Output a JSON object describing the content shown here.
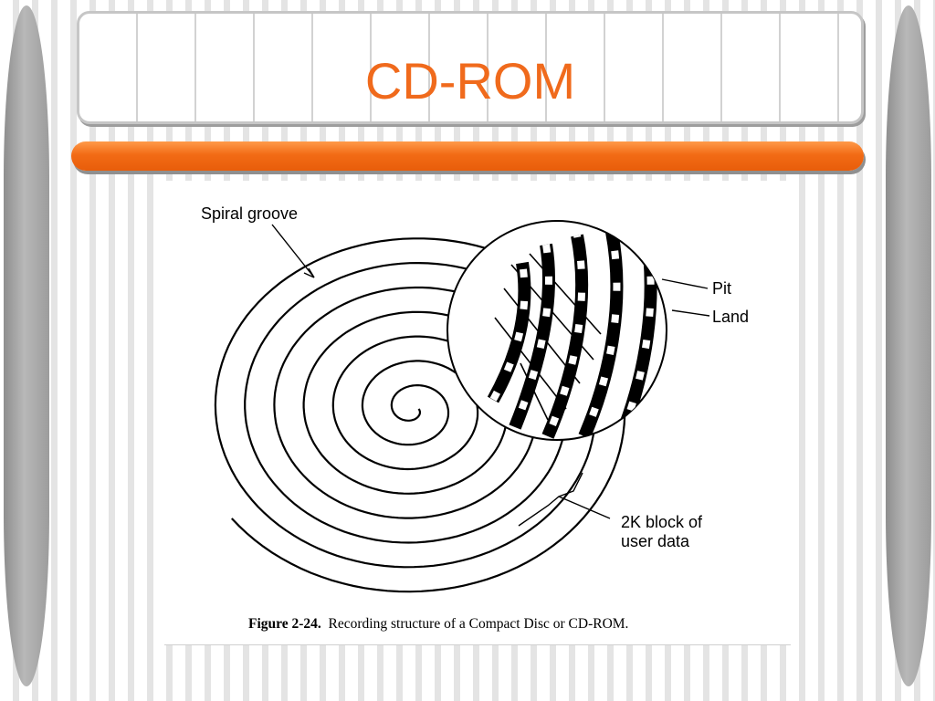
{
  "slide": {
    "title": "CD-ROM"
  },
  "figure": {
    "labels": {
      "spiral_groove": "Spiral groove",
      "pit": "Pit",
      "land": "Land",
      "block_line1": "2K block of",
      "block_line2": "user data"
    },
    "caption_number": "Figure 2-24.",
    "caption_text": "Recording structure of a Compact Disc or CD-ROM."
  }
}
